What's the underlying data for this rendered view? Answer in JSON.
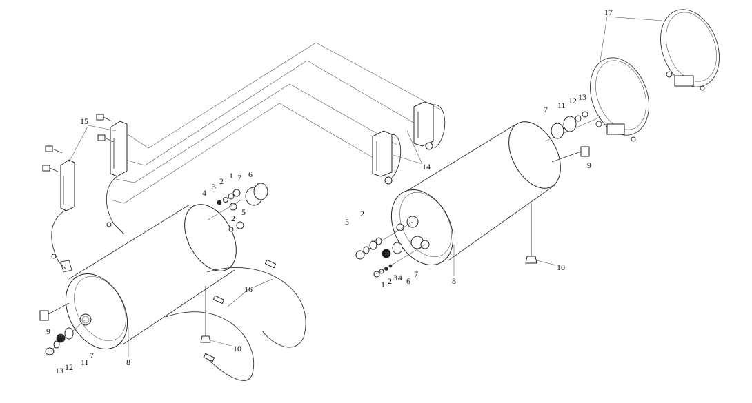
{
  "diagram": {
    "title": "",
    "callouts": {
      "left_assembly": {
        "bracket": "15",
        "strap": "16",
        "tank": "8",
        "drain_valve": "10",
        "end_label": "9",
        "plug": "13",
        "washer": "12",
        "fitting": "11",
        "seal_ring": "7",
        "small_nut": "4",
        "small_washer": "3",
        "gasket_top": "2",
        "connector_top": "1",
        "seal_ring_right": "7",
        "large_plug": "6",
        "connector_lower": "5",
        "gasket_lower": "2"
      },
      "right_assembly": {
        "clamp_strap": "17",
        "bracket": "14",
        "seal_ring": "7",
        "fitting": "11",
        "washer": "12",
        "plug": "13",
        "end_label": "9",
        "connector": "5",
        "gasket": "2",
        "connector_bottom": "1",
        "gasket_bottom": "2",
        "small_washer": "3",
        "small_nut": "4",
        "large_plug": "6",
        "seal_ring_lower": "7",
        "tank": "8",
        "drain_valve": "10"
      }
    }
  }
}
